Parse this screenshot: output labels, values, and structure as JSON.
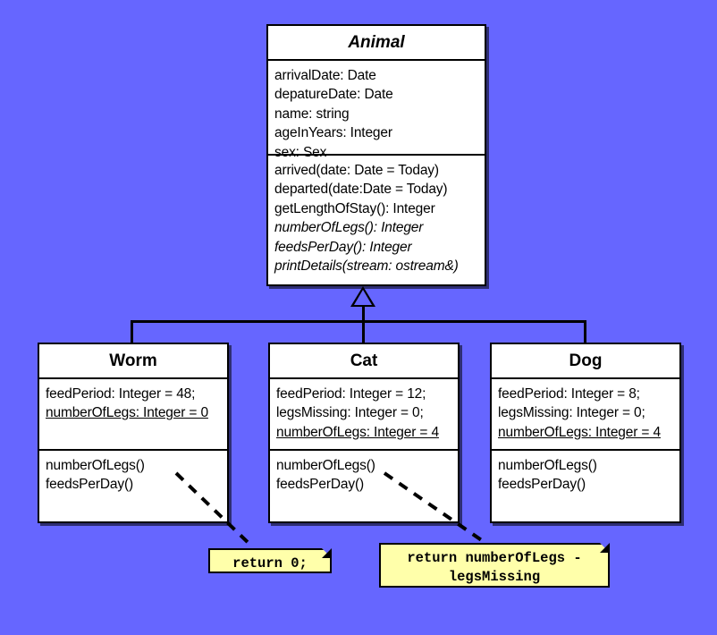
{
  "diagram": {
    "type": "uml-class-diagram",
    "background_color": "#6666ff",
    "note_color": "#ffffaa",
    "class_color": "#ffffff",
    "line_color": "#000000"
  },
  "classes": {
    "animal": {
      "name": "Animal",
      "abstract": true,
      "attributes": [
        "arrivalDate: Date",
        "depatureDate: Date",
        "name: string",
        "ageInYears: Integer",
        "sex: Sex"
      ],
      "operations": [
        {
          "text": "arrived(date: Date = Today)",
          "abstract": false
        },
        {
          "text": "departed(date:Date = Today)",
          "abstract": false
        },
        {
          "text": "getLengthOfStay(): Integer",
          "abstract": false
        },
        {
          "text": "numberOfLegs(): Integer",
          "abstract": true
        },
        {
          "text": "feedsPerDay(): Integer",
          "abstract": true
        },
        {
          "text": "printDetails(stream: ostream&)",
          "abstract": true
        }
      ]
    },
    "worm": {
      "name": "Worm",
      "abstract": false,
      "attributes": [
        {
          "text": "feedPeriod: Integer = 48;",
          "static": false
        },
        {
          "text": "numberOfLegs: Integer = 0",
          "static": true
        }
      ],
      "operations": [
        "numberOfLegs()",
        "feedsPerDay()"
      ]
    },
    "cat": {
      "name": "Cat",
      "abstract": false,
      "attributes": [
        {
          "text": "feedPeriod: Integer = 12;",
          "static": false
        },
        {
          "text": "legsMissing: Integer = 0;",
          "static": false
        },
        {
          "text": "numberOfLegs: Integer = 4",
          "static": true
        }
      ],
      "operations": [
        "numberOfLegs()",
        "feedsPerDay()"
      ]
    },
    "dog": {
      "name": "Dog",
      "abstract": false,
      "attributes": [
        {
          "text": "feedPeriod: Integer = 8;",
          "static": false
        },
        {
          "text": "legsMissing: Integer = 0;",
          "static": false
        },
        {
          "text": "numberOfLegs: Integer = 4",
          "static": true
        }
      ],
      "operations": [
        "numberOfLegs()",
        "feedsPerDay()"
      ]
    }
  },
  "notes": {
    "worm_note": {
      "lines": [
        "return 0;"
      ],
      "attached_to": "worm.numberOfLegs()"
    },
    "cat_note": {
      "lines": [
        "return numberOfLegs -",
        "legsMissing"
      ],
      "attached_to": "cat.numberOfLegs()"
    }
  },
  "relationships": [
    {
      "type": "generalization",
      "from": "Worm",
      "to": "Animal"
    },
    {
      "type": "generalization",
      "from": "Cat",
      "to": "Animal"
    },
    {
      "type": "generalization",
      "from": "Dog",
      "to": "Animal"
    },
    {
      "type": "note-anchor",
      "from": "worm_note",
      "to": "Worm"
    },
    {
      "type": "note-anchor",
      "from": "cat_note",
      "to": "Cat"
    }
  ]
}
